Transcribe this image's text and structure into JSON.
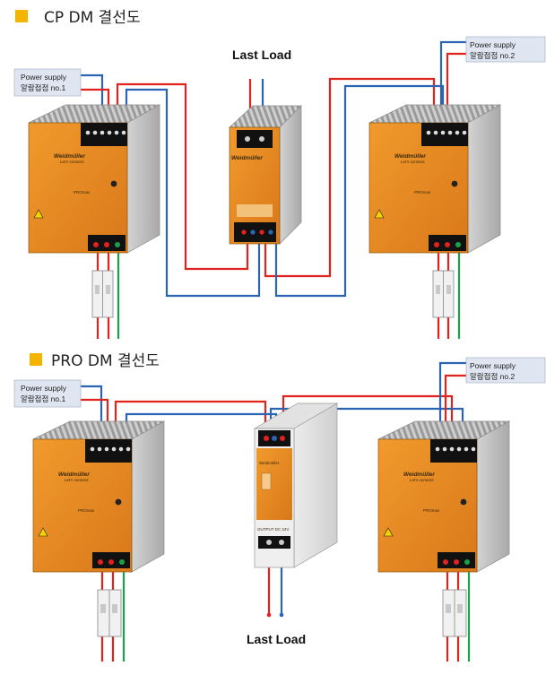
{
  "sections": [
    {
      "heading": "CP DM 결선도",
      "load_label": "Last Load",
      "callout_left": {
        "line1": "Power supply",
        "line2": "알람접점 no.1"
      },
      "callout_right": {
        "line1": "Power supply",
        "line2": "알람접점 no.2"
      }
    },
    {
      "heading": "PRO DM 결선도",
      "load_label": "Last Load",
      "callout_left": {
        "line1": "Power supply",
        "line2": "알람접점 no.1"
      },
      "callout_right": {
        "line1": "Power supply",
        "line2": "알람접점 no.2"
      }
    }
  ],
  "device": {
    "brand": "Weidmüller",
    "brand_tag": "Let's connect.",
    "model": "PROmax",
    "pro_output_label": "OUTPUT DC 24V"
  },
  "colors": {
    "heading_marker": "#f5b400",
    "psu_orange": "#e88a1a",
    "wire_red": "#e0231f",
    "wire_blue": "#2c64b4",
    "wire_green": "#1aa24a",
    "callout_bg": "#dfe6f1"
  }
}
